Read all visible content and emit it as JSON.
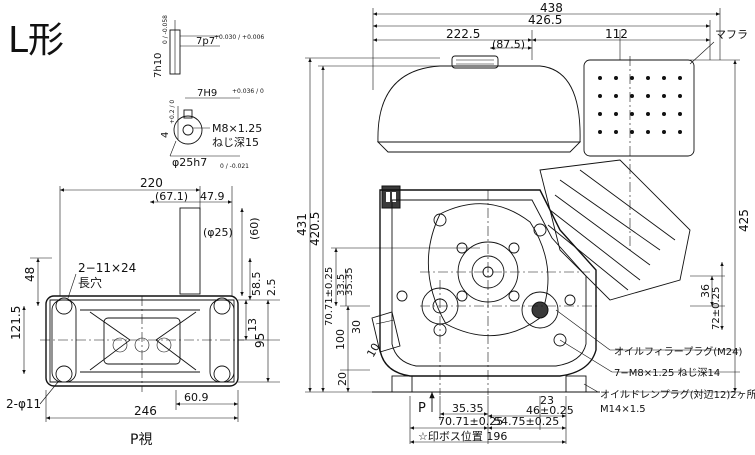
{
  "title": "L形",
  "shaft": {
    "key_width": "7p7",
    "key_width_tol": "+0.030 / +0.006",
    "key_height": "7h10",
    "key_height_tol": "0 / -0.058",
    "groove_width": "7H9",
    "groove_width_tol": "+0.036 / 0",
    "groove_depth": "4",
    "groove_depth_tol": "+0.2 / 0",
    "thread": "M8×1.25",
    "thread_depth": "ねじ深15",
    "diameter": "φ25h7",
    "diameter_tol": "0 / -0.021"
  },
  "base_view": {
    "width_220": "220",
    "dim_67_1": "(67.1)",
    "dim_47_9": "47.9",
    "dim_25_dia": "(φ25)",
    "dim_60": "(60)",
    "dim_48": "48",
    "slot": "2−11×24",
    "slot_note": "長穴",
    "dim_58_5": "58.5",
    "dim_2_5": "2.5",
    "dim_13": "13",
    "dim_121_5": "121.5",
    "dim_95": "95",
    "holes": "2-φ11",
    "width_246": "246",
    "dim_60_9": "60.9",
    "view_label": "P視"
  },
  "engine_view": {
    "width_438": "438",
    "width_426_5": "426.5",
    "width_222_5": "222.5",
    "width_87_5": "(87.5)",
    "width_112": "112",
    "muffler": "マフラ",
    "height_431": "431",
    "height_420_5": "420.5",
    "height_425": "425",
    "dim_70_71": "70.71±0.25",
    "dim_33_5": "33.5",
    "dim_35_35": "35.35",
    "dim_30": "30",
    "dim_100": "100",
    "dim_10": "10",
    "dim_20": "20",
    "dim_36": "36",
    "dim_72": "72±0.25",
    "oil_filler": "オイルフィラープラグ(M24)",
    "bolts": "7−M8×1.25 ねじ深14",
    "drain": "オイルドレンプラグ(対辺12)2ヶ所",
    "drain_thread": "M14×1.5",
    "arrow_label": "P",
    "bottom_35_35": "35.35",
    "bottom_23": "23",
    "bottom_46": "46±0.25",
    "bottom_70_71": "70.71±0.25",
    "bottom_54_75": "54.75±0.25",
    "boss": "☆印ボス位置 196"
  }
}
